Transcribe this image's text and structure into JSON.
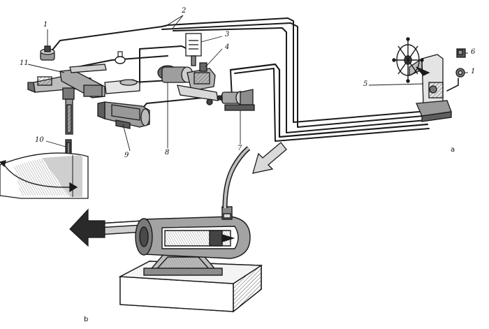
{
  "figure": {
    "labels": [
      {
        "id": "1a",
        "text": "1"
      },
      {
        "id": "2",
        "text": "2"
      },
      {
        "id": "3",
        "text": "3"
      },
      {
        "id": "4",
        "text": "4"
      },
      {
        "id": "5",
        "text": "5"
      },
      {
        "id": "6",
        "text": "6"
      },
      {
        "id": "1b",
        "text": "1"
      },
      {
        "id": "7",
        "text": "7"
      },
      {
        "id": "8",
        "text": "8"
      },
      {
        "id": "9",
        "text": "9"
      },
      {
        "id": "10",
        "text": "10"
      },
      {
        "id": "11",
        "text": "11"
      }
    ],
    "captions": {
      "a": "a",
      "b": "b"
    },
    "colors": {
      "ink": "#1a1a1a",
      "hatch": "#555555",
      "arrow_fill": "#d9d9d9",
      "background": "#ffffff"
    }
  }
}
